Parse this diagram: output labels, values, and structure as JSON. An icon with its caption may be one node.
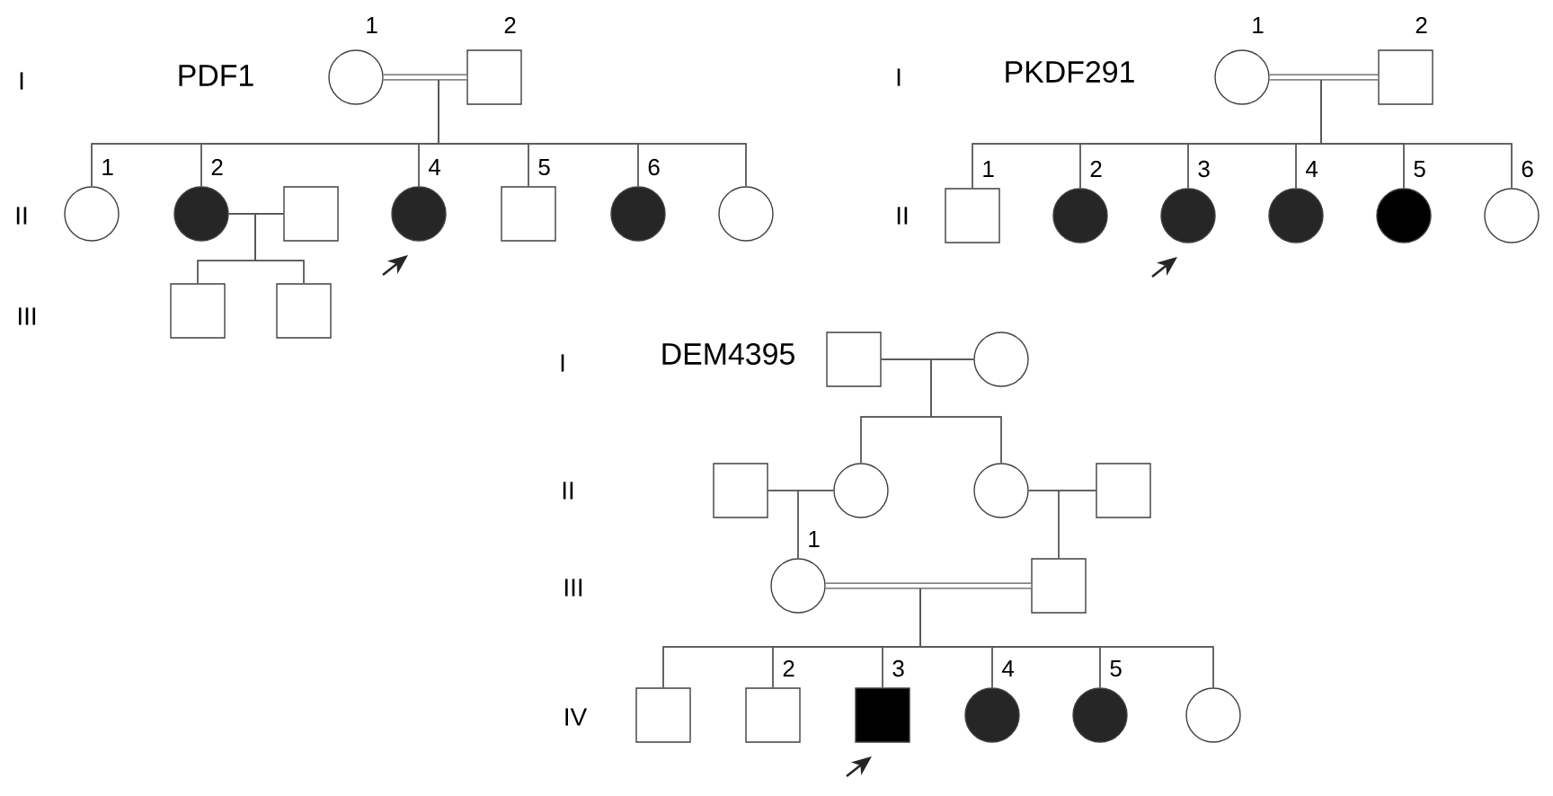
{
  "diagram": {
    "nodes": [
      {
        "text": [],
        "shape": "circle",
        "beside": [
          "1"
        ]
      },
      {
        "text": [],
        "shape": "box",
        "beside": [
          "2"
        ]
      },
      {
        "text": [],
        "shape": "circle",
        "beside": [
          "1"
        ]
      },
      {
        "text": [],
        "shape": "disc",
        "beside": [
          "2"
        ]
      },
      {
        "text": [],
        "shape": "box"
      },
      {
        "text": [],
        "shape": "disc",
        "beside": [
          "4"
        ]
      },
      {
        "text": [],
        "shape": "box",
        "beside": [
          "5"
        ]
      },
      {
        "text": [],
        "shape": "disc",
        "beside": [
          "6"
        ]
      },
      {
        "text": [],
        "shape": "circle"
      },
      {
        "text": [],
        "shape": "box"
      },
      {
        "text": [],
        "shape": "box"
      },
      {
        "text": [],
        "shape": "circle",
        "beside": [
          "1"
        ]
      },
      {
        "text": [],
        "shape": "box",
        "beside": [
          "2"
        ]
      },
      {
        "text": [],
        "shape": "box",
        "beside": [
          "1"
        ]
      },
      {
        "text": [],
        "shape": "disc",
        "beside": [
          "2"
        ]
      },
      {
        "text": [],
        "shape": "disc",
        "beside": [
          "3"
        ]
      },
      {
        "text": [],
        "shape": "disc",
        "beside": [
          "4"
        ]
      },
      {
        "text": [],
        "shape": "disc",
        "beside": [
          "5"
        ]
      },
      {
        "text": [],
        "shape": "circle",
        "beside": [
          "6"
        ]
      },
      {
        "text": [],
        "shape": "box"
      },
      {
        "text": [],
        "shape": "circle"
      },
      {
        "text": [],
        "shape": "box"
      },
      {
        "text": [],
        "shape": "circle"
      },
      {
        "text": [],
        "shape": "circle"
      },
      {
        "text": [],
        "shape": "box"
      },
      {
        "text": [],
        "shape": "circle",
        "beside": [
          "1"
        ]
      },
      {
        "text": [],
        "shape": "box"
      },
      {
        "text": [],
        "shape": "box"
      },
      {
        "text": [],
        "shape": "box",
        "beside": [
          "2"
        ]
      },
      {
        "text": [],
        "shape": "block",
        "beside": [
          "3"
        ]
      },
      {
        "text": [],
        "shape": "disc",
        "beside": [
          "4"
        ]
      },
      {
        "text": [],
        "shape": "disc",
        "beside": [
          "5"
        ]
      },
      {
        "text": [],
        "shape": "circle"
      }
    ],
    "edges": [
      {
        "from": 0,
        "to": 1,
        "arrow": "none",
        "style": "thick"
      },
      {
        "from": 0,
        "to": 2,
        "arrow": "none"
      },
      {
        "from": 1,
        "to": 2,
        "arrow": "none"
      },
      {
        "from": 0,
        "to": 3,
        "arrow": "none"
      },
      {
        "from": 1,
        "to": 3,
        "arrow": "none"
      },
      {
        "from": 0,
        "to": 5,
        "arrow": "none"
      },
      {
        "from": 1,
        "to": 5,
        "arrow": "none"
      },
      {
        "from": 0,
        "to": 6,
        "arrow": "none"
      },
      {
        "from": 1,
        "to": 6,
        "arrow": "none"
      },
      {
        "from": 0,
        "to": 7,
        "arrow": "none"
      },
      {
        "from": 1,
        "to": 7,
        "arrow": "none"
      },
      {
        "from": 0,
        "to": 8,
        "arrow": "none"
      },
      {
        "from": 1,
        "to": 8,
        "arrow": "none"
      },
      {
        "from": 3,
        "to": 4,
        "arrow": "none"
      },
      {
        "from": 3,
        "to": 9,
        "arrow": "none"
      },
      {
        "from": 4,
        "to": 9,
        "arrow": "none"
      },
      {
        "from": 3,
        "to": 10,
        "arrow": "none"
      },
      {
        "from": 4,
        "to": 10,
        "arrow": "none"
      },
      {
        "from": null,
        "to": 5,
        "arrow": "to"
      },
      {
        "from": 11,
        "to": 12,
        "arrow": "none",
        "style": "thick"
      },
      {
        "from": 11,
        "to": 13,
        "arrow": "none"
      },
      {
        "from": 12,
        "to": 13,
        "arrow": "none"
      },
      {
        "from": 11,
        "to": 14,
        "arrow": "none"
      },
      {
        "from": 12,
        "to": 14,
        "arrow": "none"
      },
      {
        "from": 11,
        "to": 15,
        "arrow": "none"
      },
      {
        "from": 12,
        "to": 15,
        "arrow": "none"
      },
      {
        "from": 11,
        "to": 16,
        "arrow": "none"
      },
      {
        "from": 12,
        "to": 16,
        "arrow": "none"
      },
      {
        "from": 11,
        "to": 17,
        "arrow": "none"
      },
      {
        "from": 12,
        "to": 17,
        "arrow": "none"
      },
      {
        "from": 11,
        "to": 18,
        "arrow": "none"
      },
      {
        "from": 12,
        "to": 18,
        "arrow": "none"
      },
      {
        "from": null,
        "to": 15,
        "arrow": "to"
      },
      {
        "from": 19,
        "to": 20,
        "arrow": "none"
      },
      {
        "from": 19,
        "to": 22,
        "arrow": "none"
      },
      {
        "from": 20,
        "to": 22,
        "arrow": "none"
      },
      {
        "from": 19,
        "to": 23,
        "arrow": "none"
      },
      {
        "from": 20,
        "to": 23,
        "arrow": "none"
      },
      {
        "from": 21,
        "to": 22,
        "arrow": "none"
      },
      {
        "from": 23,
        "to": 24,
        "arrow": "none"
      },
      {
        "from": 21,
        "to": 25,
        "arrow": "none"
      },
      {
        "from": 22,
        "to": 25,
        "arrow": "none"
      },
      {
        "from": 23,
        "to": 26,
        "arrow": "none"
      },
      {
        "from": 24,
        "to": 26,
        "arrow": "none"
      },
      {
        "from": 25,
        "to": 26,
        "arrow": "none",
        "style": "thick"
      },
      {
        "from": 25,
        "to": 27,
        "arrow": "none"
      },
      {
        "from": 26,
        "to": 27,
        "arrow": "none"
      },
      {
        "from": 25,
        "to": 28,
        "arrow": "none"
      },
      {
        "from": 26,
        "to": 28,
        "arrow": "none"
      },
      {
        "from": 25,
        "to": 29,
        "arrow": "none"
      },
      {
        "from": 26,
        "to": 29,
        "arrow": "none"
      },
      {
        "from": 25,
        "to": 30,
        "arrow": "none"
      },
      {
        "from": 26,
        "to": 30,
        "arrow": "none"
      },
      {
        "from": 25,
        "to": 31,
        "arrow": "none"
      },
      {
        "from": 26,
        "to": 31,
        "arrow": "none"
      },
      {
        "from": 25,
        "to": 32,
        "arrow": "none"
      },
      {
        "from": 26,
        "to": 32,
        "arrow": "none"
      },
      {
        "from": null,
        "to": 29,
        "arrow": "to"
      }
    ],
    "labels": [
      "I",
      "PDF1",
      "II",
      "III",
      "I",
      "PKDF291",
      "II",
      "I",
      "DEM4395",
      "II",
      "III",
      "IV"
    ]
  }
}
